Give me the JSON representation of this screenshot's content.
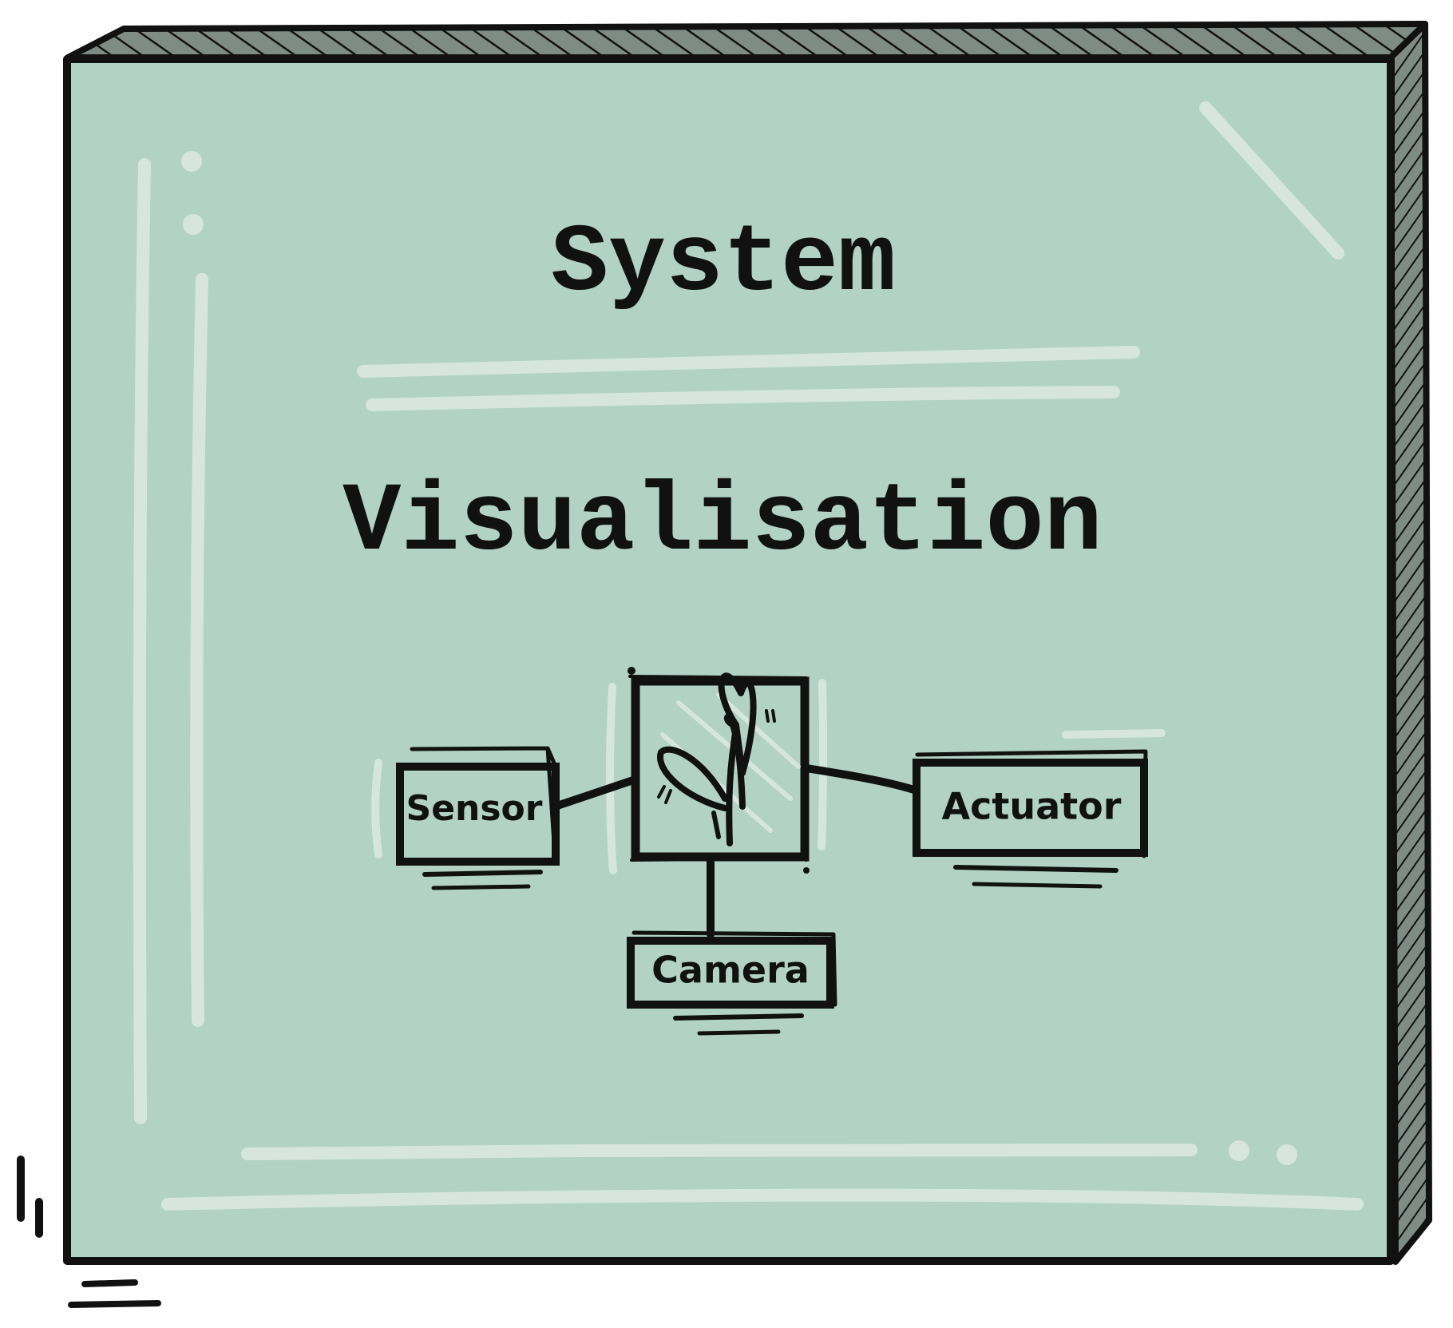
{
  "card": {
    "title_line1": "System",
    "title_line2": "Visualisation",
    "colors": {
      "panel": "#b1d2c4",
      "edge_side": "#7f8c86",
      "ink": "#111111",
      "highlight": "#d6e6df"
    }
  },
  "diagram": {
    "center_icon": "plant-icon",
    "nodes": [
      {
        "id": "sensor",
        "label": "Sensor"
      },
      {
        "id": "actuator",
        "label": "Actuator"
      },
      {
        "id": "camera",
        "label": "Camera"
      }
    ],
    "connections": [
      {
        "from": "plant",
        "to": "sensor"
      },
      {
        "from": "plant",
        "to": "actuator"
      },
      {
        "from": "plant",
        "to": "camera"
      }
    ]
  }
}
